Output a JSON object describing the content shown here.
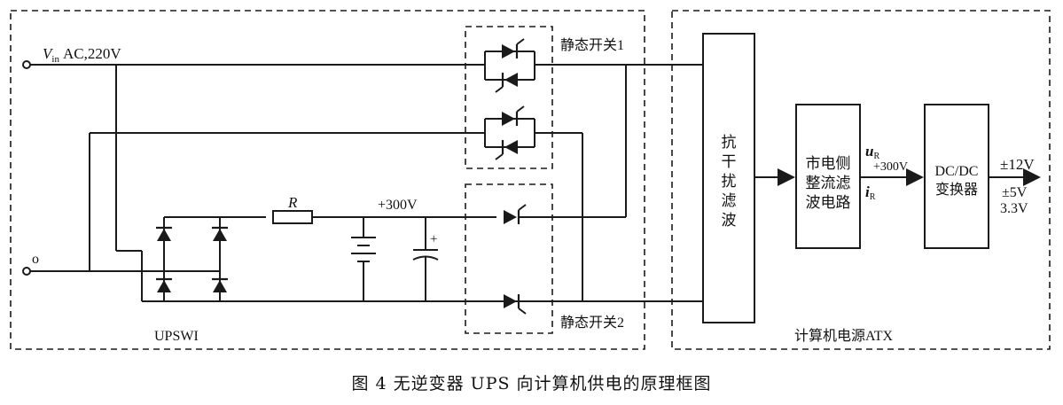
{
  "diagram": {
    "input_label_v": "V",
    "input_label_sub": "in",
    "input_label_rest": "AC,220V",
    "neutral_label": "o",
    "resistor_label": "R",
    "dc_bus_label": "+300V",
    "cap_plus": "+",
    "switch1_label": "静态开关1",
    "switch2_label": "静态开关2",
    "ups_label": "UPSWI",
    "filter_block_lines": [
      "抗",
      "干",
      "扰",
      "滤",
      "波"
    ],
    "rectifier_block_lines": [
      "市电侧",
      "整流滤",
      "波电路"
    ],
    "ur_label": "u",
    "ur_sub": "R",
    "mid_voltage": "+300V",
    "ir_label": "i",
    "ir_sub": "R",
    "dcdc_lines": [
      "DC/DC",
      "变换器"
    ],
    "out_12v": "±12V",
    "out_5v": "±5V",
    "out_33v": "3.3V",
    "atx_label": "计算机电源ATX"
  },
  "caption": "图 4    无逆变器 UPS 向计算机供电的原理框图"
}
